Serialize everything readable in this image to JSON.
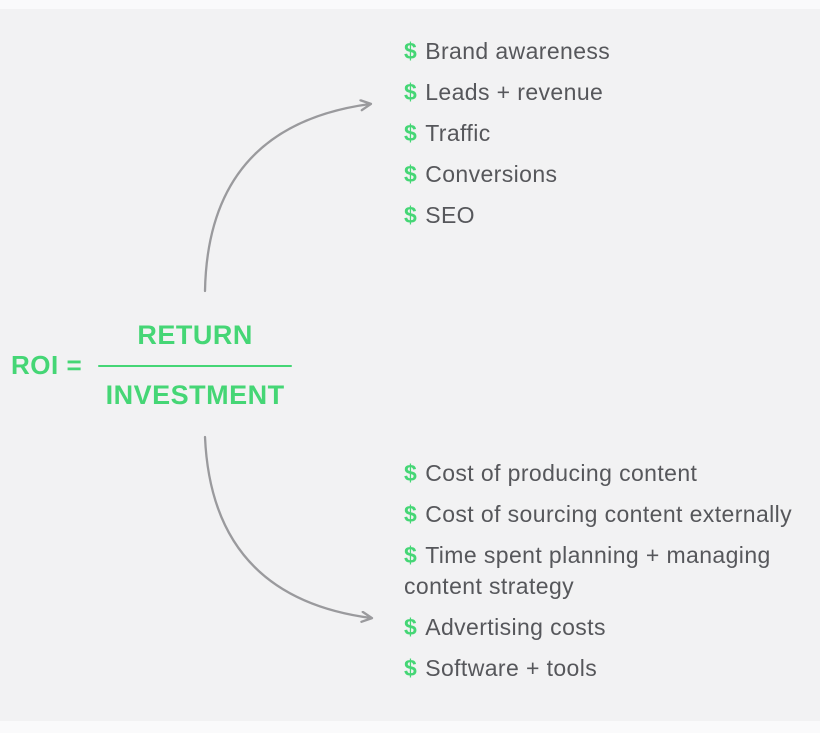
{
  "colors": {
    "background": "#f2f2f3",
    "accent_green": "#45d675",
    "text_gray": "#56575b",
    "arrow_gray": "#9a9a9d"
  },
  "formula": {
    "lhs": "ROI =",
    "numerator": "RETURN",
    "denominator": "INVESTMENT"
  },
  "returns_list": {
    "items": [
      {
        "bullet": "$",
        "label": "Brand awareness"
      },
      {
        "bullet": "$",
        "label": "Leads + revenue"
      },
      {
        "bullet": "$",
        "label": "Traffic"
      },
      {
        "bullet": "$",
        "label": "Conversions"
      },
      {
        "bullet": "$",
        "label": "SEO"
      }
    ]
  },
  "investments_list": {
    "items": [
      {
        "bullet": "$",
        "label": "Cost of producing content"
      },
      {
        "bullet": "$",
        "label": "Cost of sourcing content externally"
      },
      {
        "bullet": "$",
        "label": "Time spent planning + managing\ncontent strategy"
      },
      {
        "bullet": "$",
        "label": "Advertising costs"
      },
      {
        "bullet": "$",
        "label": "Software + tools"
      }
    ]
  },
  "icons": {
    "top_arrow": "curved-arrow-up-right",
    "bottom_arrow": "curved-arrow-down-right",
    "bullet_icon": "dollar-icon"
  }
}
